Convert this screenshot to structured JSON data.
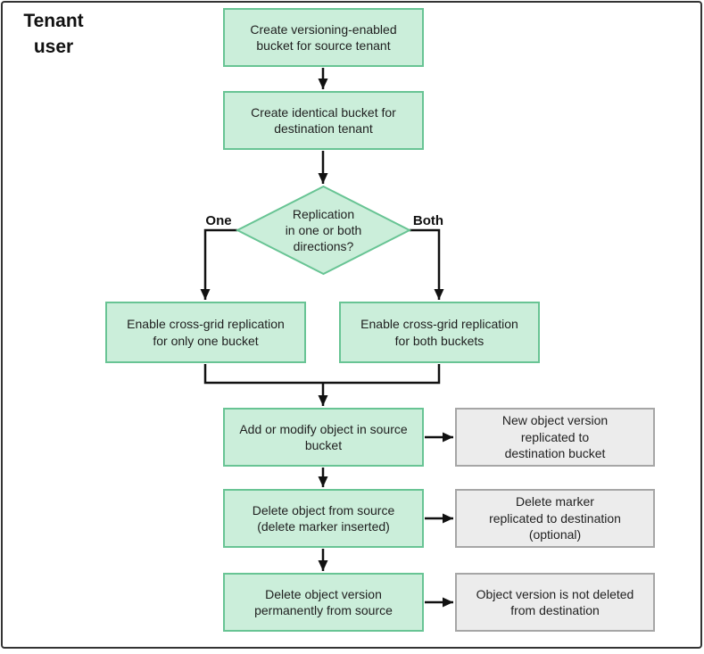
{
  "flowchart": {
    "actor_label": "Tenant user",
    "steps": {
      "create_source_bucket": [
        "Create versioning-enabled",
        "bucket for source tenant"
      ],
      "create_destination_bucket": [
        "Create identical bucket for",
        "destination tenant"
      ],
      "enable_one_bucket": [
        "Enable cross-grid replication",
        "for only one bucket"
      ],
      "enable_both_buckets": [
        "Enable cross-grid replication",
        "for both buckets"
      ],
      "add_modify_object": [
        "Add or modify object in source",
        "bucket"
      ],
      "delete_object_source": [
        "Delete object from source",
        "(delete marker inserted)"
      ],
      "delete_object_version": [
        "Delete object version",
        "permanently from source"
      ]
    },
    "decision": {
      "question": [
        "Replication",
        "in one or both",
        "directions?"
      ],
      "branch_one": "One",
      "branch_both": "Both"
    },
    "outcomes": {
      "new_version_replicated": [
        "New object version",
        "replicated to",
        "destination bucket"
      ],
      "delete_marker_replicated": [
        "Delete marker",
        "replicated to destination",
        "(optional)"
      ],
      "version_not_deleted": [
        "Object version is not deleted",
        "from destination"
      ]
    }
  },
  "colors": {
    "process_fill": "#cbeeda",
    "process_border": "#68c494",
    "outcome_fill": "#ececec",
    "outcome_border": "#a6a6a6",
    "connector": "#111111",
    "frame_border": "#333333",
    "text": "#1f1f1f"
  }
}
